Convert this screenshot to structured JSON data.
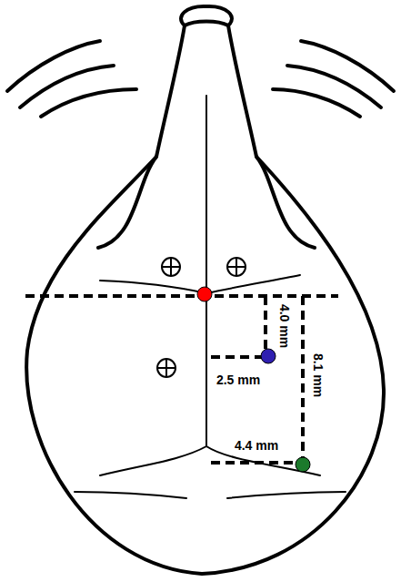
{
  "diagram": {
    "labels": [
      "4.0 mm",
      "8.1 mm",
      "2.5 mm",
      "4.4 mm"
    ]
  }
}
